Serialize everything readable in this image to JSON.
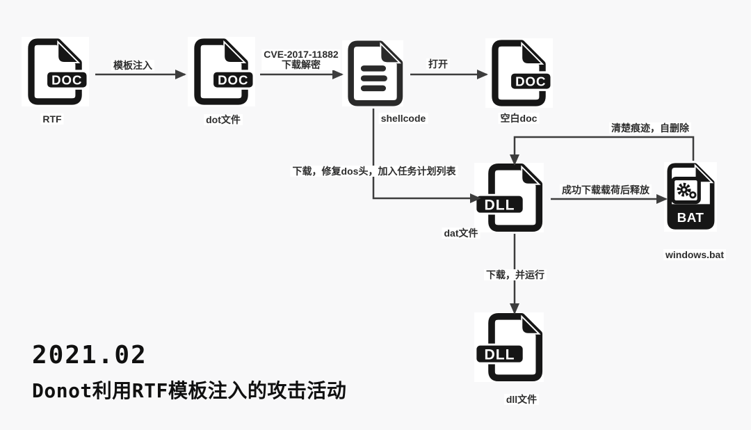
{
  "title": {
    "date": "2021.02",
    "name": "Donot利用RTF模板注入的攻击活动"
  },
  "diagram": {
    "nodes": {
      "rtf": {
        "label": "RTF",
        "badge": "DOC"
      },
      "dot": {
        "label": "dot文件",
        "badge": "DOC"
      },
      "shellcode": {
        "label": "shellcode"
      },
      "blank_doc": {
        "label": "空白doc",
        "badge": "DOC"
      },
      "dat": {
        "label": "dat文件",
        "badge": "DLL"
      },
      "bat": {
        "label": "windows.bat",
        "badge": "BAT"
      },
      "dll": {
        "label": "dll文件",
        "badge": "DLL"
      }
    },
    "edges": {
      "rtf_to_dot": {
        "label": "模板注入"
      },
      "dot_to_shellcode": {
        "label_line1": "CVE-2017-11882",
        "label_line2": "下载解密"
      },
      "shellcode_to_blank_doc": {
        "label": "打开"
      },
      "shellcode_to_dat": {
        "label": "下载，修复dos头，加入任务计划列表"
      },
      "dat_to_bat": {
        "label": "成功下载载荷后释放"
      },
      "bat_to_dat": {
        "label": "清楚痕迹，自删除"
      },
      "dat_to_dll": {
        "label": "下载，并运行"
      }
    }
  },
  "colors": {
    "background": "#f8f8f9",
    "icon_black": "#161616",
    "arrow": "#3d3d3d",
    "label_text": "#2d2d2d"
  }
}
